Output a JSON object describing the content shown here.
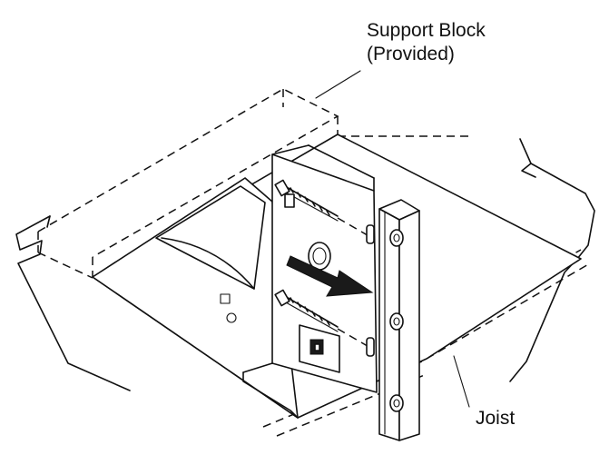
{
  "labels": {
    "support_block_line1": "Support Block",
    "support_block_line2": "(Provided)",
    "joist": "Joist"
  },
  "colors": {
    "line": "#111111",
    "background": "#ffffff"
  }
}
